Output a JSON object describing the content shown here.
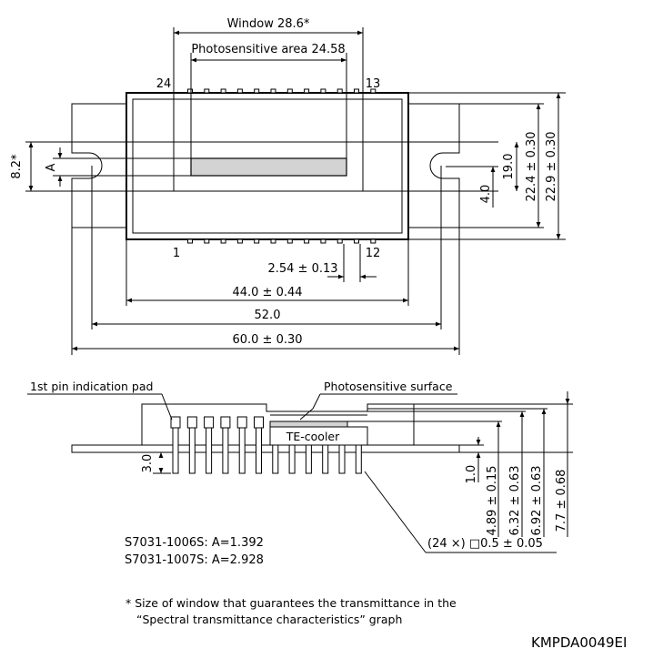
{
  "top_view": {
    "window_label": "Window 28.6*",
    "photosensitive_area_label": "Photosensitive area 24.58",
    "pin_top_left": "24",
    "pin_top_right": "13",
    "pin_bottom_left": "1",
    "pin_bottom_right": "12",
    "dim_a": "A",
    "dim_8_2": "8.2*",
    "dim_19": "19.0",
    "dim_4": "4.0",
    "dim_22_4": "22.4 ± 0.30",
    "dim_22_9": "22.9 ± 0.30",
    "dim_2_54": "2.54 ± 0.13",
    "dim_44": "44.0 ± 0.44",
    "dim_52": "52.0",
    "dim_60": "60.0 ± 0.30"
  },
  "side_view": {
    "pin1_pad_label": "1st pin indication pad",
    "photosensitive_surface_label": "Photosensitive surface",
    "te_cooler_label": "TE-cooler",
    "dim_3": "3.0",
    "dim_1": "1.0",
    "dim_4_89": "4.89 ± 0.15",
    "dim_6_32": "6.32 ± 0.63",
    "dim_6_92": "6.92 ± 0.63",
    "dim_7_7": "7.7 ± 0.68",
    "pin_spec": "(24 ×) □0.5 ± 0.05"
  },
  "notes": {
    "model_1": "S7031-1006S: A=1.392",
    "model_2": "S7031-1007S: A=2.928",
    "footnote_1": "* Size of window that guarantees the transmittance in the",
    "footnote_2": "“Spectral transmittance characteristics” graph",
    "drawing_code": "KMPDA0049EI"
  }
}
